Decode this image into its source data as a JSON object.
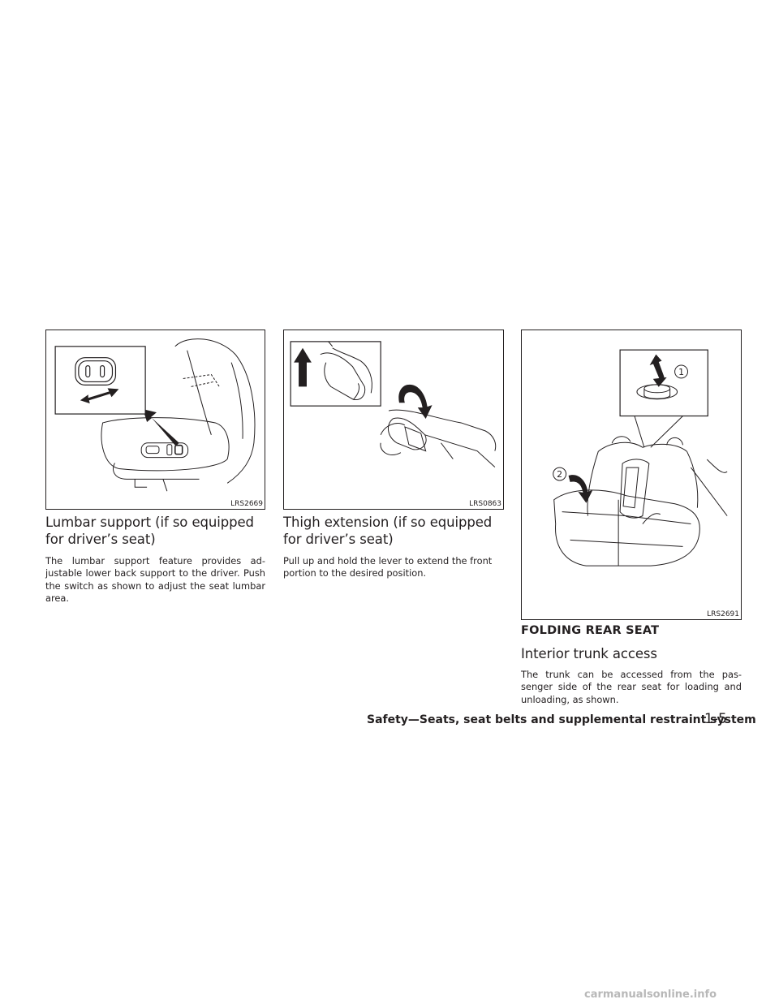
{
  "figures": {
    "lumbar": {
      "code": "LRS2669"
    },
    "thigh": {
      "code": "LRS0863"
    },
    "rear_seat": {
      "code": "LRS2691",
      "callout_1": "1",
      "callout_2": "2"
    }
  },
  "lumbar": {
    "heading": "Lumbar support (if so equipped for driver’s seat)",
    "body": "The lumbar support feature provides ad-justable lower back support to the driver. Push the switch as shown to adjust the seat lumbar area."
  },
  "thigh": {
    "heading": "Thigh extension (if so equipped for driver’s seat)",
    "body": "Pull up and hold the lever to extend the front portion to the desired position."
  },
  "folding": {
    "section_title": "FOLDING REAR SEAT",
    "heading": "Interior trunk access",
    "body": "The trunk can be accessed from the pas-senger side of the rear seat for loading and unloading, as shown."
  },
  "footer": {
    "title": "Safety—Seats, seat belts and supplemental restraint system",
    "page": "1-5"
  },
  "watermark": "carmanualsonline.info"
}
